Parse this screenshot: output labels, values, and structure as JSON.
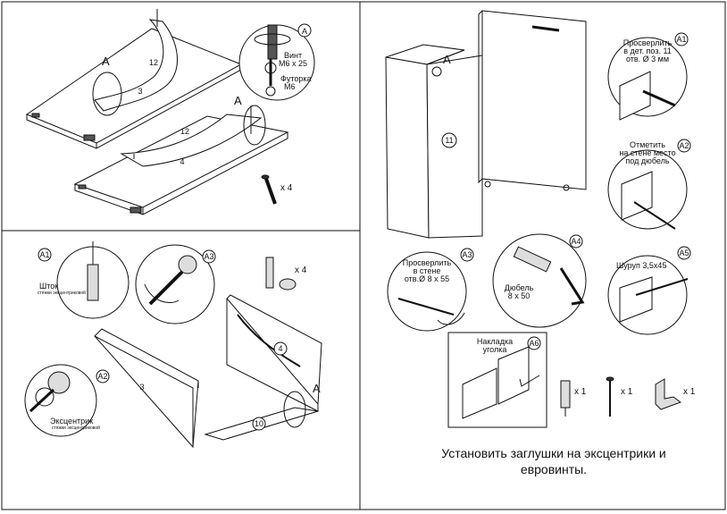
{
  "left_panel": {
    "step1": {
      "part_labels": {
        "p12_top": "12",
        "p3": "3",
        "p12_mid": "12",
        "p4": "4"
      },
      "point_a": {
        "a1": "A",
        "a2": "A"
      },
      "callout_a": {
        "badge": "A",
        "screw_label": "Винт",
        "screw_size": "М6 х 25",
        "nut_label": "Футорка",
        "nut_size": "М6"
      },
      "screw_qty": "x 4"
    },
    "step2": {
      "callout_a1": {
        "badge": "A1",
        "label": "Шток",
        "sublabel": "стяжки эксцентриковой"
      },
      "callout_a2": {
        "badge": "A2",
        "label": "Эксцентрик",
        "sublabel": "стяжки эксцентриковой"
      },
      "callout_a3": {
        "badge": "A3"
      },
      "fitting_qty": "x 4",
      "part_labels": {
        "p3": "3",
        "p4": "4",
        "p10": "10"
      },
      "point_a": "A"
    }
  },
  "right_panel": {
    "cabinet": {
      "part_label": "11",
      "point_a": "A"
    },
    "callout_a1": {
      "badge": "A1",
      "line1": "Просверлить",
      "line2": "в дет. поз. 11",
      "line3": "отв. Ø 3 мм"
    },
    "callout_a2": {
      "badge": "A2",
      "line1": "Отметить",
      "line2": "на стене место",
      "line3": "под дюбель"
    },
    "callout_a3": {
      "badge": "A3",
      "line1": "Просверлить",
      "line2": "в стене",
      "line3": "отв.Ø 8 х 55"
    },
    "callout_a4": {
      "badge": "A4",
      "line1": "Дюбель",
      "line2": "8 х 50"
    },
    "callout_a5": {
      "badge": "A5",
      "line1": "Шуруп 3,5х45"
    },
    "callout_a6": {
      "badge": "A6",
      "line1": "Накладка",
      "line2": "уголка"
    },
    "hardware": {
      "dowel_qty": "x 1",
      "screw_qty": "x 1",
      "bracket_qty": "x 1"
    },
    "instruction_line1": "Установить заглушки на эксцентрики и",
    "instruction_line2": "евровинты."
  }
}
